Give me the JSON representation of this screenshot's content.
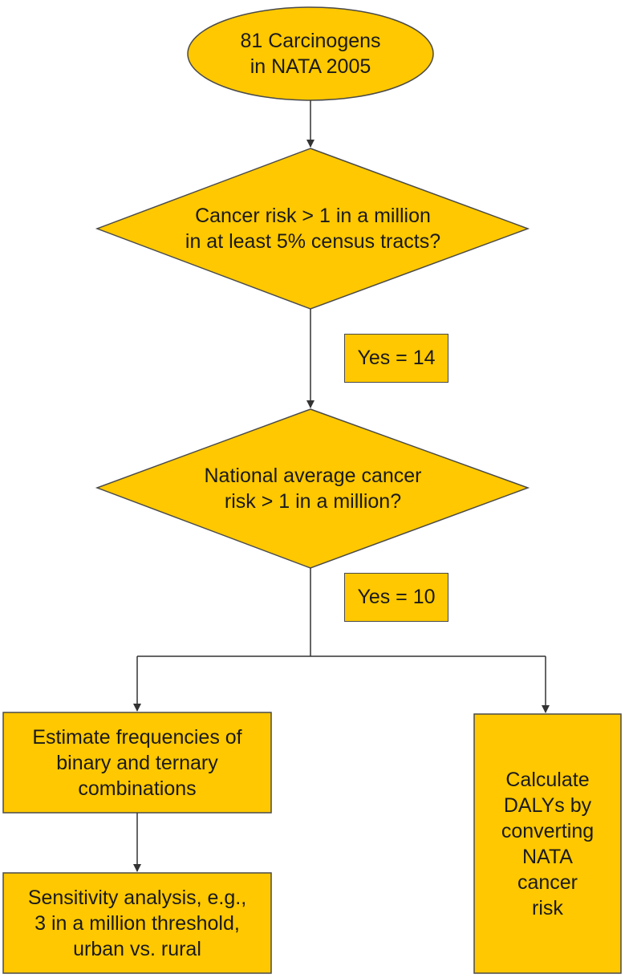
{
  "colors": {
    "fill": "#FFC800",
    "stroke": "#4a4a4a",
    "line": "#333333"
  },
  "nodes": {
    "start": {
      "text": "81 Carcinogens\nin NATA 2005"
    },
    "decision1": {
      "text": "Cancer risk > 1 in a million\nin at least 5% census tracts?"
    },
    "decision2": {
      "text": "National average cancer\nrisk > 1 in a million?"
    },
    "estimate": {
      "text": "Estimate frequencies of\nbinary and ternary\ncombinations"
    },
    "sensitivity": {
      "text": "Sensitivity analysis, e.g.,\n3 in a million threshold,\nurban vs. rural"
    },
    "dalys": {
      "text": "Calculate\nDALYs by\nconverting\nNATA\ncancer\nrisk"
    }
  },
  "edge_labels": {
    "yes14": "Yes = 14",
    "yes10": "Yes = 10"
  }
}
